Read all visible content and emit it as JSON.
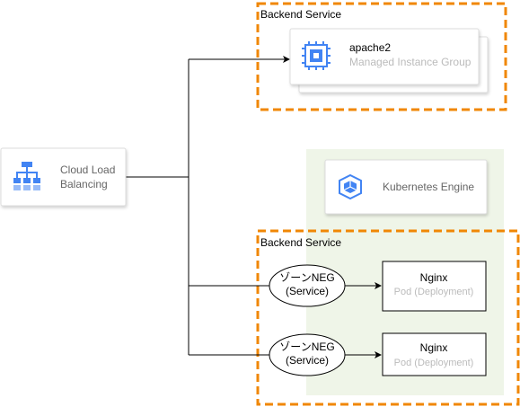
{
  "colors": {
    "backend_border": "#f08705",
    "gke_bg": "#eff5e8",
    "card_border": "#dddddd",
    "line": "#000000",
    "gcp_blue": "#4284f3",
    "subtitle_grey": "#bbbbbb",
    "dark_text": "#000000",
    "grey_text": "#666666"
  },
  "backend_top": {
    "label": "Backend Service"
  },
  "backend_bottom": {
    "label": "Backend Service"
  },
  "lb": {
    "line1": "Cloud Load",
    "line2": "Balancing",
    "icon": "load-balancing-icon"
  },
  "mig": {
    "name": "apache2",
    "subtitle": "Managed Instance Group",
    "icon": "compute-engine-icon"
  },
  "gke": {
    "label": "Kubernetes Engine",
    "icon": "kubernetes-engine-icon"
  },
  "negs": [
    {
      "line1": "ゾーンNEG",
      "line2": "(Service)"
    },
    {
      "line1": "ゾーンNEG",
      "line2": "(Service)"
    }
  ],
  "pods": [
    {
      "name": "Nginx",
      "subtitle": "Pod (Deployment)"
    },
    {
      "name": "Nginx",
      "subtitle": "Pod (Deployment)"
    }
  ]
}
